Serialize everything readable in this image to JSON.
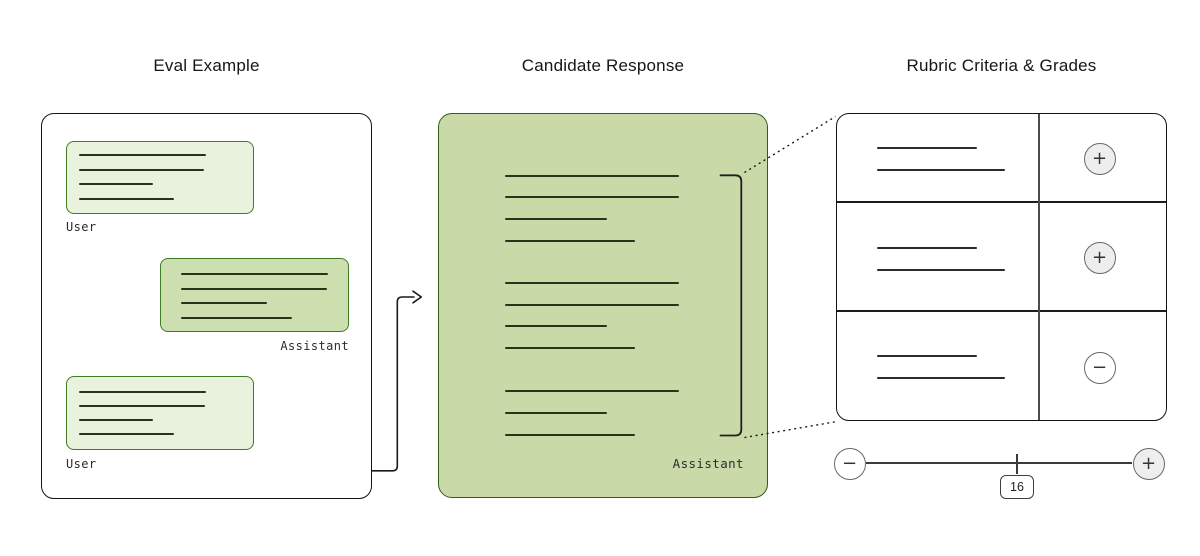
{
  "columns": {
    "eval_example": {
      "title": "Eval Example",
      "messages": [
        {
          "role": "User"
        },
        {
          "role": "Assistant"
        },
        {
          "role": "User"
        }
      ]
    },
    "candidate_response": {
      "title": "Candidate Response",
      "author": "Assistant"
    },
    "rubric": {
      "title": "Rubric Criteria & Grades",
      "criteria": [
        {
          "grade": "positive",
          "symbol": "+"
        },
        {
          "grade": "positive",
          "symbol": "+"
        },
        {
          "grade": "negative",
          "symbol": "−"
        }
      ],
      "score_control": {
        "decrease_symbol": "−",
        "increase_symbol": "+",
        "value": "16"
      }
    }
  },
  "colors": {
    "user_bubble_fill": "#e9f2dd",
    "assistant_bubble_fill": "#cddfae",
    "bubble_border": "#3e7d24",
    "response_panel_fill": "#c9d9a7",
    "response_panel_border": "#2f5e18",
    "line_ink": "#25341b"
  }
}
